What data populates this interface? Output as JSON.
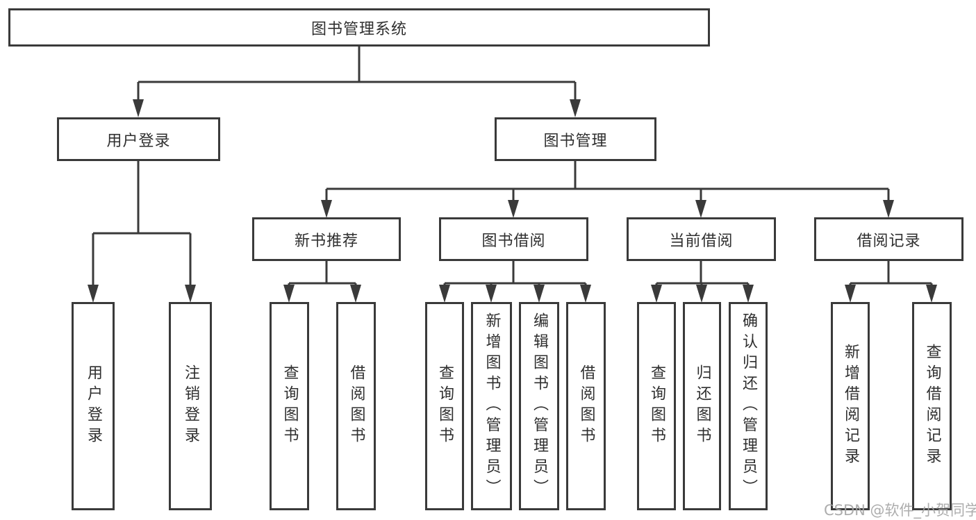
{
  "diagram": {
    "root_label": "图书管理系统",
    "level2": [
      {
        "label": "用户登录",
        "children": [
          {
            "label": "用户登录"
          },
          {
            "label": "注销登录"
          }
        ]
      },
      {
        "label": "图书管理",
        "children": [
          {
            "label": "新书推荐",
            "children": [
              {
                "label": "查询图书"
              },
              {
                "label": "借阅图书"
              }
            ]
          },
          {
            "label": "图书借阅",
            "children": [
              {
                "label": "查询图书"
              },
              {
                "label": "新增图书（管理员）"
              },
              {
                "label": "编辑图书（管理员）"
              },
              {
                "label": "借阅图书"
              }
            ]
          },
          {
            "label": "当前借阅",
            "children": [
              {
                "label": "查询图书"
              },
              {
                "label": "归还图书"
              },
              {
                "label": "确认归还（管理员）"
              }
            ]
          },
          {
            "label": "借阅记录",
            "children": [
              {
                "label": "新增借阅记录"
              },
              {
                "label": "查询借阅记录"
              }
            ]
          }
        ]
      }
    ]
  },
  "watermark": {
    "text": "CSDN @软件_小贺同学"
  },
  "colors": {
    "line": "#3a3a3a",
    "box_border": "#3a3a3a",
    "text": "#2f2f2f",
    "background": "#ffffff",
    "watermark": "#a4a4a4"
  }
}
